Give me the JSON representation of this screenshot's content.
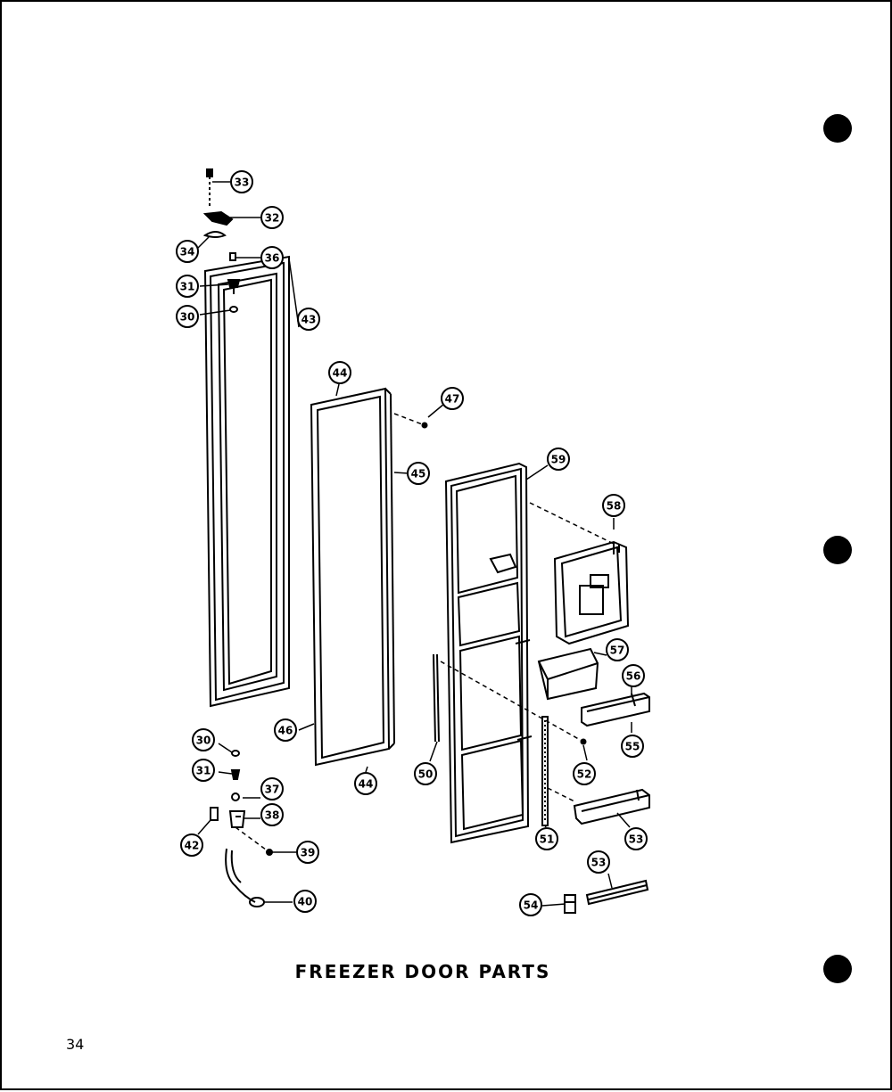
{
  "title": "FREEZER DOOR PARTS",
  "page_number": "34",
  "callouts": [
    {
      "id": "c33a",
      "label": "33"
    },
    {
      "id": "c32",
      "label": "32"
    },
    {
      "id": "c34",
      "label": "34"
    },
    {
      "id": "c36",
      "label": "36"
    },
    {
      "id": "c31a",
      "label": "31"
    },
    {
      "id": "c30a",
      "label": "30"
    },
    {
      "id": "c43",
      "label": "43"
    },
    {
      "id": "c44a",
      "label": "44"
    },
    {
      "id": "c47",
      "label": "47"
    },
    {
      "id": "c45",
      "label": "45"
    },
    {
      "id": "c59",
      "label": "59"
    },
    {
      "id": "c58",
      "label": "58"
    },
    {
      "id": "c57",
      "label": "57"
    },
    {
      "id": "c56",
      "label": "56"
    },
    {
      "id": "c55",
      "label": "55"
    },
    {
      "id": "c30b",
      "label": "30"
    },
    {
      "id": "c31b",
      "label": "31"
    },
    {
      "id": "c46",
      "label": "46"
    },
    {
      "id": "c44b",
      "label": "44"
    },
    {
      "id": "c37",
      "label": "37"
    },
    {
      "id": "c38",
      "label": "38"
    },
    {
      "id": "c42",
      "label": "42"
    },
    {
      "id": "c39",
      "label": "39"
    },
    {
      "id": "c40",
      "label": "40"
    },
    {
      "id": "c50",
      "label": "50"
    },
    {
      "id": "c52",
      "label": "52"
    },
    {
      "id": "c51",
      "label": "51"
    },
    {
      "id": "c53a",
      "label": "53"
    },
    {
      "id": "c53b",
      "label": "53"
    },
    {
      "id": "c54",
      "label": "54"
    }
  ]
}
